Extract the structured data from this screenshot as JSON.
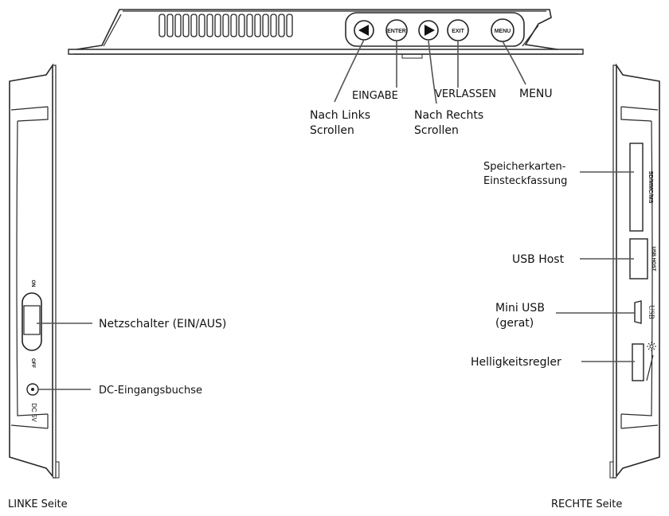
{
  "buttons": {
    "left_icon": "left-triangle-icon",
    "enter": "ENTER",
    "right_icon": "right-triangle-icon",
    "exit": "EXIT",
    "menu": "MENU"
  },
  "top_labels": {
    "eingabe": "EINGABE",
    "verlassen": "VERLASSEN",
    "menu": "MENU",
    "nach_links_1": "Nach Links",
    "nach_links_2": "Scrollen",
    "nach_rechts_1": "Nach Rechts",
    "nach_rechts_2": "Scrollen"
  },
  "left_labels": {
    "netzschalter": "Netzschalter (EIN/AUS)",
    "dc": "DC-Eingangsbuchse",
    "side": "LINKE Seite"
  },
  "right_labels": {
    "speicher_1": "Speicherkarten-",
    "speicher_2": "Einsteckfassung",
    "usb_host": "USB Host",
    "mini_usb_1": "Mini USB",
    "mini_usb_2": "(gerat)",
    "helligkeit": "Helligkeitsregler",
    "side": "RECHTE Seite"
  },
  "device_marks": {
    "on": "ON",
    "off": "OFF",
    "dc": "DC 5V",
    "usb": "USB",
    "card": "SD/MMC/MS",
    "usb_host": "USB HOST"
  }
}
